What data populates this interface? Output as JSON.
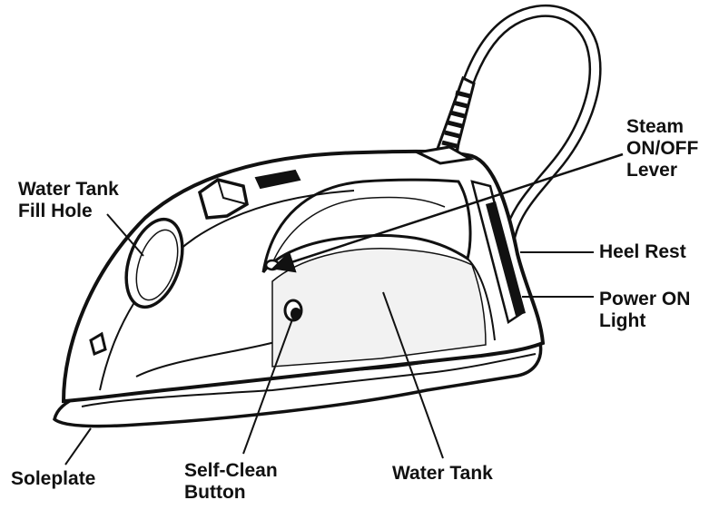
{
  "colors": {
    "ink": "#111111",
    "background": "#ffffff",
    "fill_light": "#ffffff",
    "fill_shade": "#f2f2f2"
  },
  "labels": {
    "water_tank_fill_hole": {
      "line1": "Water Tank",
      "line2": "Fill Hole"
    },
    "steam_lever": {
      "line1": "Steam",
      "line2": "ON/OFF",
      "line3": "Lever"
    },
    "heel_rest": {
      "line1": "Heel Rest"
    },
    "power_light": {
      "line1": "Power ON",
      "line2": "Light"
    },
    "soleplate": {
      "line1": "Soleplate"
    },
    "self_clean": {
      "line1": "Self-Clean",
      "line2": "Button"
    },
    "water_tank": {
      "line1": "Water Tank"
    }
  }
}
